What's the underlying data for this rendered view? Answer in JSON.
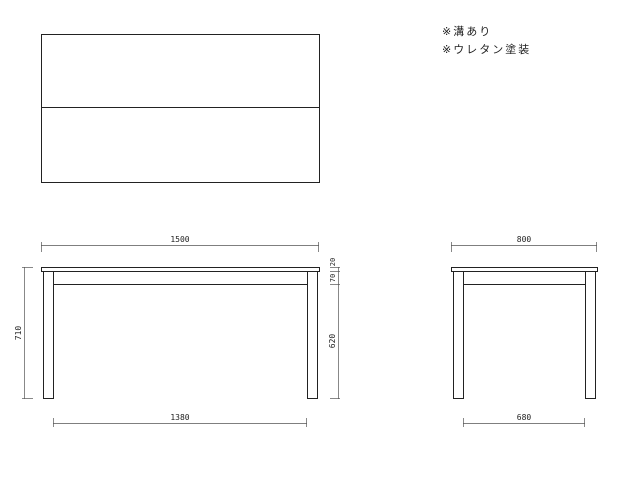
{
  "notes": [
    "※溝あり",
    "※ウレタン塗装"
  ],
  "front_view": {
    "width": "1500",
    "leg_span": "1380",
    "height": "710",
    "top_thickness": "20",
    "apron": "70",
    "leg_clear": "620"
  },
  "side_view": {
    "width": "800",
    "leg_span": "680"
  }
}
